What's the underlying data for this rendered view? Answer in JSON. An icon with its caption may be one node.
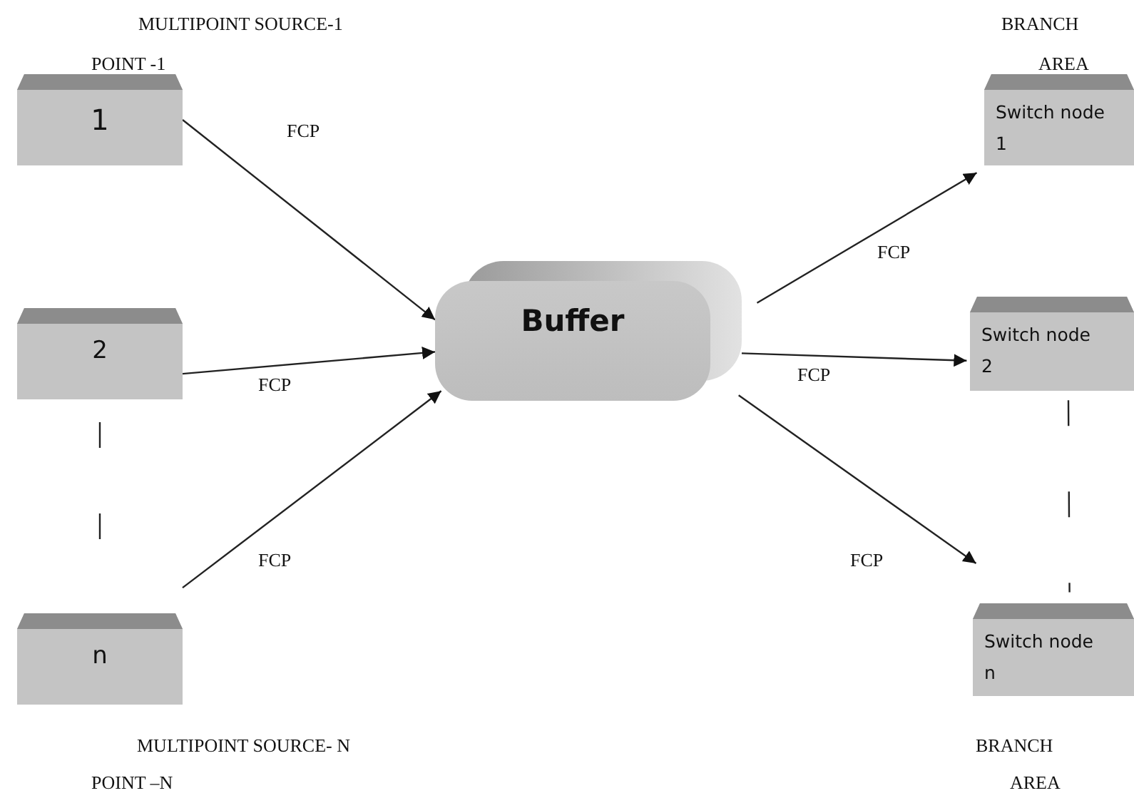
{
  "diagram": {
    "nodes": [
      {
        "text": [
          "1"
        ]
      },
      {
        "text": [
          "2"
        ]
      },
      {
        "text": [
          "n"
        ]
      },
      {
        "text": [
          "Buffer"
        ]
      },
      {
        "text": [
          "Switch node 1"
        ]
      },
      {
        "text": [
          "Switch node 2"
        ]
      },
      {
        "text": [
          "Switch node n"
        ]
      }
    ],
    "edges": [
      {
        "from": 0,
        "to": 3,
        "arrow": "to",
        "label": "FCP"
      },
      {
        "from": 1,
        "to": 3,
        "arrow": "to",
        "label": "FCP"
      },
      {
        "from": 2,
        "to": 3,
        "arrow": "to",
        "label": "FCP"
      },
      {
        "from": 3,
        "to": 4,
        "arrow": "to",
        "label": "FCP"
      },
      {
        "from": 3,
        "to": 5,
        "arrow": "to",
        "label": "FCP"
      },
      {
        "from": 3,
        "to": 6,
        "arrow": "to",
        "label": "FCP"
      },
      {
        "from": 1,
        "to": 2,
        "arrow": "none",
        "style": "dashed"
      },
      {
        "from": 5,
        "to": 6,
        "arrow": "none",
        "style": "dashed"
      }
    ],
    "labels": [
      "MULTIPOINT SOURCE-1",
      "POINT -1",
      "BRANCH",
      "AREA",
      "MULTIPOINT SOURCE- N",
      "POINT –N",
      "BRANCH",
      "AREA"
    ]
  }
}
